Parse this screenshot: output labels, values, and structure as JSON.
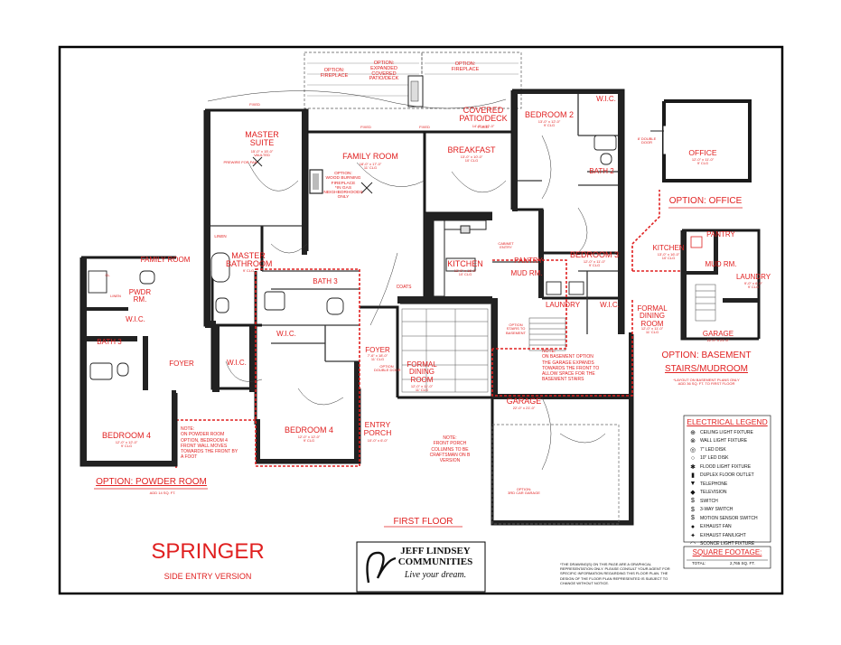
{
  "plan": {
    "title": "SPRINGER",
    "subtitle": "SIDE ENTRY VERSION",
    "floor_label": "FIRST FLOOR",
    "disclaimer": "*THE DRAWING(S) ON THIS PAGE ARE A GRAPHICAL REPRESENTATION ONLY. PLEASE CONSULT YOUR AGENT FOR SPECIFIC INFORMATION REGARDING THIS FLOOR PLAN. THE DESIGN OF THE FLOOR PLAN REPRESENTED IS SUBJECT TO CHANGE WITHOUT NOTICE."
  },
  "logo": {
    "line1": "JEFF LINDSEY",
    "line2": "COMMUNITIES",
    "tagline": "Live your dream."
  },
  "square_footage": {
    "title": "SQUARE FOOTAGE:",
    "label": "TOTAL:",
    "value": "2,765 SQ. FT."
  },
  "rooms": {
    "option_fireplace_left": "OPTION:\nFIREPLACE",
    "option_expanded_patio": "OPTION:\nEXPANDED\nCOVERED\nPATIO/DECK",
    "option_fireplace_right": "OPTION:\nFIREPLACE",
    "covered_patio": "COVERED\nPATIO/DECK",
    "covered_patio_dim": "14'-0\" x 12'-0\"",
    "master_suite": "MASTER\nSUITE",
    "master_suite_dim": "15'-0\" x 15'-0\"\nVAULTED",
    "prewire": "PREWIRE FOR FAN",
    "family_room": "FAMILY ROOM",
    "family_room_dim": "18'-0\" x 17'-0\"\n11' CLG",
    "wood_fireplace": "OPTION:\nWOOD BURNING\nFIREPLACE\n*IN GAS\nNEIGHBORHOODS\nONLY",
    "breakfast": "BREAKFAST",
    "breakfast_dim": "13'-0\" x 10'-0\"\n10' CLG",
    "bedroom2": "BEDROOM 2",
    "bedroom2_dim": "13'-0\" x 12'-0\"\n9' CLG",
    "wic_bed2": "W.I.C.",
    "bath2": "BATH 2",
    "master_bathroom": "MASTER\nBATHROOM",
    "master_bathroom_dim": "9' CLG",
    "linen1": "LINEN",
    "kitchen": "KITCHEN",
    "kitchen_dim": "13'-0\" x 16'-0\"\n10' CLG",
    "pantry": "PANTRY",
    "cabinet_entry": "CABINET\nENTRY",
    "mud_rm": "MUD RM.",
    "bedroom3": "BEDROOM 3",
    "bedroom3_dim": "12'-0\" x 11'-0\"\n9' CLG",
    "laundry": "LAUNDRY",
    "wic_bed3": "W.I.C.",
    "bath3": "BATH 3",
    "wic_main": "W.I.C.",
    "wic_master": "W.I.C.",
    "coats": "COATS",
    "foyer": "FOYER",
    "foyer_dim": "7'-6\" x 18'-0\"\n11' CLG",
    "formal_dining": "FORMAL\nDINING\nROOM",
    "formal_dining_dim": "12'-0\" x 11'-0\"\n11' CLG",
    "bedroom4": "BEDROOM 4",
    "bedroom4_dim": "12'-0\" x 12'-0\"\n9' CLG",
    "entry_porch": "ENTRY\nPORCH",
    "entry_porch_dim": "10'-0\" x 6'-0\"",
    "option_stairs": "OPTION\nSTAIRS TO\nBASEMENT",
    "option_double_door": "OPTION\nDOUBLE DOOR",
    "garage": "GARAGE",
    "garage_dim": "22'-0\" x 21'-0\"",
    "option_3rd_car": "OPTION:\n3RD CAR GARAGE",
    "fixed1": "FIXED",
    "fixed2": "FIXED",
    "fixed3": "FIXED",
    "fixed4": "FIXED"
  },
  "notes": {
    "basement_note": "NOTE:\nON BASEMENT OPTION\nTHE GARAGE EXPANDS\nTOWARDS THE FRONT TO\nALLOW SPACE FOR THE\nBASEMENT STAIRS",
    "front_porch_note": "NOTE:\nFRONT PORCH\nCOLUMNS TO BE\nCRAFTSMAN ON B\nVERSION",
    "powder_note": "NOTE:\nON POWDER ROOM\nOPTION, BEDROOM 4\nFRONT WALL MOVES\nTOWARDS THE FRONT BY\nA FOOT"
  },
  "option_powder": {
    "title": "OPTION: POWDER ROOM",
    "add": "ADD 14 SQ. FT.",
    "family_room": "FAMILY ROOM",
    "pwdr_rm": "PWDR\nRM.",
    "linen": "LINEN",
    "wic": "W.I.C.",
    "bath3": "BATH 3",
    "foyer": "FOYER",
    "bedroom4": "BEDROOM 4",
    "bedroom4_dim": "12'-0\" x 12'-0\"\n9' CLG",
    "cl": "CL"
  },
  "option_office": {
    "title": "OPTION: OFFICE",
    "office": "OFFICE",
    "office_dim": "12'-0\" x 11'-0\"\n9' CLG",
    "double_door": "8' DOUBLE\nDOOR"
  },
  "option_basement": {
    "title": "OPTION: BASEMENT",
    "title2": "STAIRS/MUDROOM",
    "note": "*LAYOUT ON BASEMENT PLANS ONLY\nADD 36 SQ. FT. TO FIRST FLOOR",
    "kitchen": "KITCHEN",
    "kitchen_dim": "13'-0\" x 16'-0\"\n10' CLG",
    "pantry": "PANTRY",
    "mud_rm": "MUD RM.",
    "laundry": "LAUNDRY",
    "laundry_dim": "9'-0\" x 6'-0\"\n9' CLG",
    "formal_dining": "FORMAL\nDINING\nROOM",
    "formal_dining_dim": "12'-0\" x 11'-0\"\n11' CLG",
    "garage": "GARAGE",
    "garage_dim": "22'-0\" x 21'-0\""
  },
  "legend": {
    "title": "ELECTRICAL LEGEND",
    "items": [
      {
        "sym": "⊕",
        "label": "CEILING LIGHT FIXTURE"
      },
      {
        "sym": "⊗",
        "label": "WALL LIGHT FIXTURE"
      },
      {
        "sym": "◎",
        "label": "7\" LED DISK"
      },
      {
        "sym": "○",
        "label": "10\" LED DISK"
      },
      {
        "sym": "✱",
        "label": "FLOOD LIGHT FIXTURE"
      },
      {
        "sym": "▮",
        "label": "DUPLEX FLOOR OUTLET"
      },
      {
        "sym": "▼",
        "label": "TELEPHONE"
      },
      {
        "sym": "◆",
        "label": "TELEVISION"
      },
      {
        "sym": "$",
        "label": "SWITCH"
      },
      {
        "sym": "$",
        "label": "3-WAY SWITCH"
      },
      {
        "sym": "$",
        "label": "MOTION SENSOR SWITCH"
      },
      {
        "sym": "●",
        "label": "EXHAUST FAN"
      },
      {
        "sym": "✦",
        "label": "EXHAUST FAN/LIGHT"
      },
      {
        "sym": "◠",
        "label": "SCONCE LIGHT FIXTURE"
      }
    ]
  },
  "colors": {
    "accent": "#e02020",
    "wall": "#222222",
    "border": "#000000"
  }
}
